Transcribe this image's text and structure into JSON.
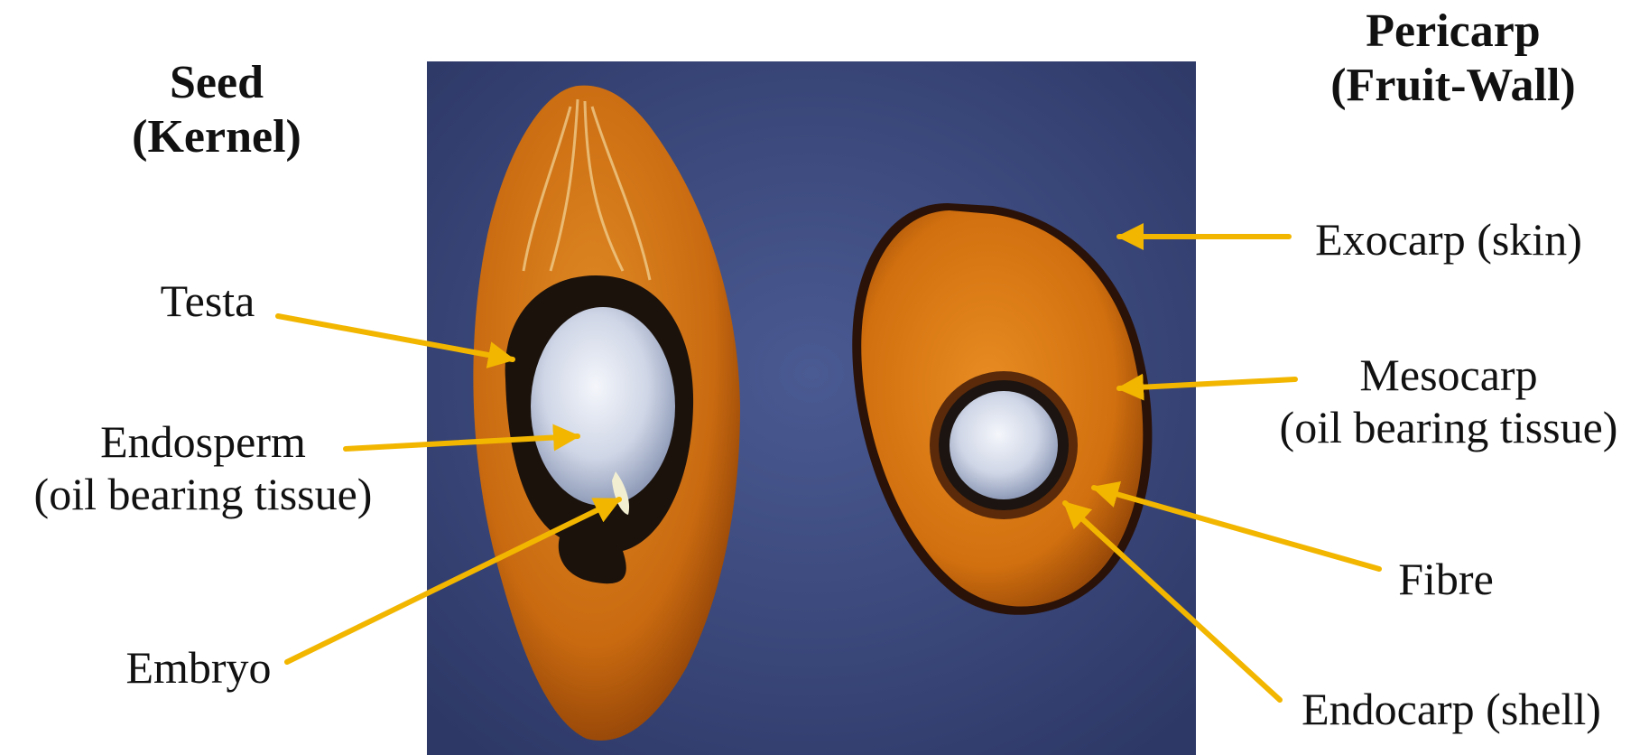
{
  "headings": {
    "seed": [
      "Seed",
      "(Kernel)"
    ],
    "pericarp": [
      "Pericarp",
      "(Fruit-Wall)"
    ]
  },
  "labels": {
    "testa": "Testa",
    "endosperm": [
      "Endosperm",
      "(oil bearing tissue)"
    ],
    "embryo": "Embryo",
    "exocarp": "Exocarp (skin)",
    "mesocarp": [
      "Mesocarp",
      "(oil bearing tissue)"
    ],
    "fibre": "Fibre",
    "endocarp": "Endocarp (shell)"
  },
  "colors": {
    "arrow": "#f2b600",
    "photo_background": "#3c4a7e",
    "mesocarp": "#d37614",
    "endocarp": "#1c1410",
    "endosperm": "#d8dde8"
  }
}
